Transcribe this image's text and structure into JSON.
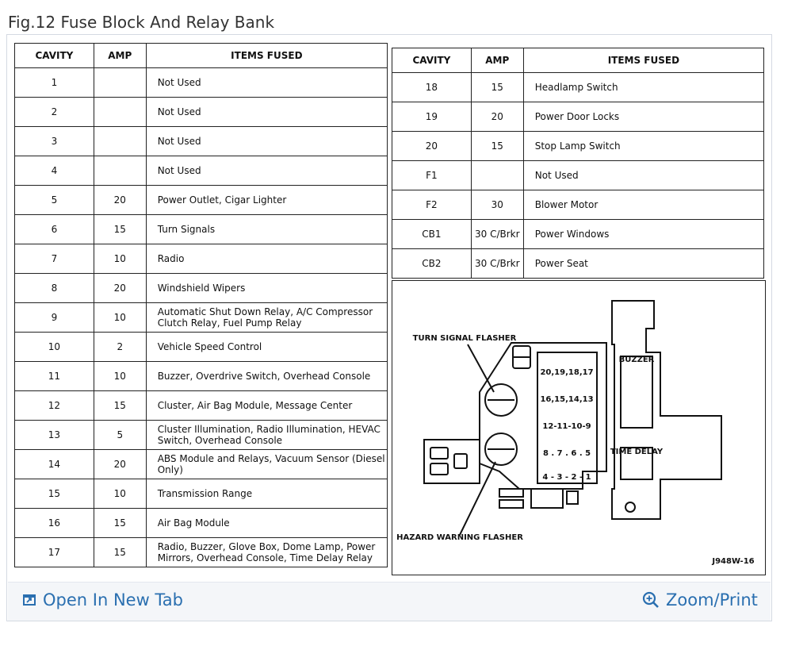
{
  "figure_title": "Fig.12 Fuse Block And Relay Bank",
  "table": {
    "headers": {
      "cavity": "CAVITY",
      "amp": "AMP",
      "items": "ITEMS FUSED"
    },
    "left_rows": [
      {
        "cavity": "1",
        "amp": "",
        "items": "Not Used"
      },
      {
        "cavity": "2",
        "amp": "",
        "items": "Not Used"
      },
      {
        "cavity": "3",
        "amp": "",
        "items": "Not Used"
      },
      {
        "cavity": "4",
        "amp": "",
        "items": "Not Used"
      },
      {
        "cavity": "5",
        "amp": "20",
        "items": "Power Outlet, Cigar Lighter"
      },
      {
        "cavity": "6",
        "amp": "15",
        "items": "Turn Signals"
      },
      {
        "cavity": "7",
        "amp": "10",
        "items": "Radio"
      },
      {
        "cavity": "8",
        "amp": "20",
        "items": "Windshield Wipers"
      },
      {
        "cavity": "9",
        "amp": "10",
        "items": "Automatic Shut Down Relay, A/C Compressor Clutch Relay, Fuel Pump Relay"
      },
      {
        "cavity": "10",
        "amp": "2",
        "items": "Vehicle Speed Control"
      },
      {
        "cavity": "11",
        "amp": "10",
        "items": "Buzzer, Overdrive Switch, Overhead Console"
      },
      {
        "cavity": "12",
        "amp": "15",
        "items": "Cluster, Air Bag Module, Message Center"
      },
      {
        "cavity": "13",
        "amp": "5",
        "items": "Cluster Illumination, Radio Illumination, HEVAC Switch, Overhead Console"
      },
      {
        "cavity": "14",
        "amp": "20",
        "items": "ABS Module and Relays, Vacuum Sensor (Diesel Only)"
      },
      {
        "cavity": "15",
        "amp": "10",
        "items": "Transmission Range"
      },
      {
        "cavity": "16",
        "amp": "15",
        "items": "Air Bag Module"
      },
      {
        "cavity": "17",
        "amp": "15",
        "items": "Radio, Buzzer, Glove Box, Dome Lamp, Power Mirrors, Overhead Console, Time Delay Relay"
      }
    ],
    "right_rows": [
      {
        "cavity": "18",
        "amp": "15",
        "items": "Headlamp Switch"
      },
      {
        "cavity": "19",
        "amp": "20",
        "items": "Power Door Locks"
      },
      {
        "cavity": "20",
        "amp": "15",
        "items": "Stop Lamp Switch"
      },
      {
        "cavity": "F1",
        "amp": "",
        "items": "Not Used"
      },
      {
        "cavity": "F2",
        "amp": "30",
        "items": "Blower Motor"
      },
      {
        "cavity": "CB1",
        "amp": "30 C/Brkr",
        "items": "Power Windows"
      },
      {
        "cavity": "CB2",
        "amp": "30 C/Brkr",
        "items": "Power Seat"
      }
    ],
    "highlight_color": "#f0f000"
  },
  "diagram": {
    "turn_signal_label": "TURN SIGNAL FLASHER",
    "hazard_label": "HAZARD WARNING FLASHER",
    "buzzer_label": "BUZZER",
    "time_delay_label": "TIME DELAY",
    "fuse_rows": [
      "20,19,18,17",
      "16,15,14,13",
      "12-11-10-9",
      "8 . 7 . 6 . 5",
      "4 - 3 - 2 - 1"
    ],
    "figure_code": "J948W-16"
  },
  "footer": {
    "open_new_tab": "Open In New Tab",
    "zoom_print": "Zoom/Print",
    "link_color": "#2a6fb0"
  }
}
